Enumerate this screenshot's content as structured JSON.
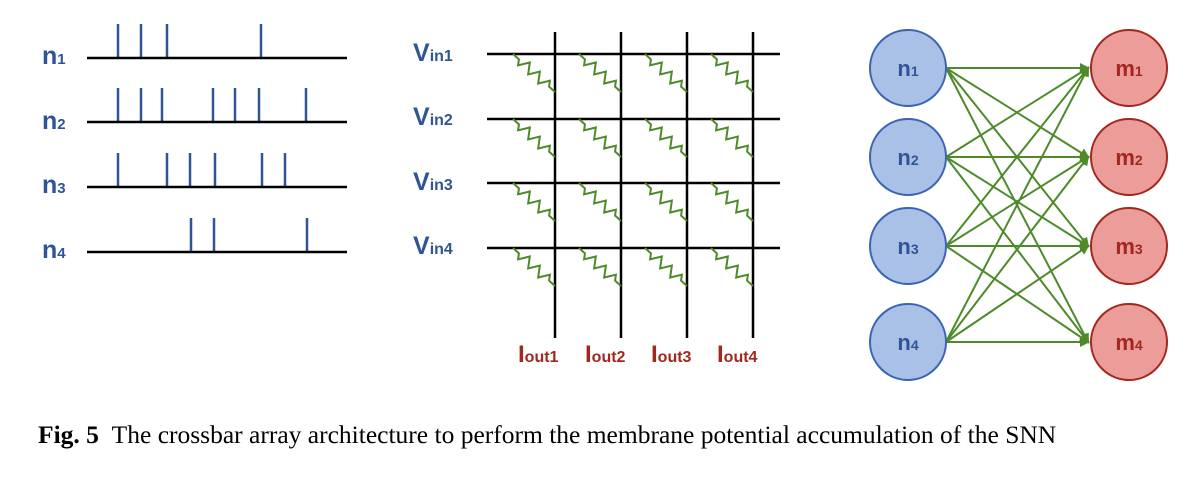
{
  "spike_trains": [
    {
      "label": "n",
      "sub": "1"
    },
    {
      "label": "n",
      "sub": "2"
    },
    {
      "label": "n",
      "sub": "3"
    },
    {
      "label": "n",
      "sub": "4"
    }
  ],
  "crossbar": {
    "inputs": [
      {
        "label": "V",
        "sub": "in1"
      },
      {
        "label": "V",
        "sub": "in2"
      },
      {
        "label": "V",
        "sub": "in3"
      },
      {
        "label": "V",
        "sub": "in4"
      }
    ],
    "outputs": [
      {
        "label": "I",
        "sub": "out1"
      },
      {
        "label": "I",
        "sub": "out2"
      },
      {
        "label": "I",
        "sub": "out3"
      },
      {
        "label": "I",
        "sub": "out4"
      }
    ]
  },
  "network": {
    "pre": [
      {
        "label": "n",
        "sub": "1"
      },
      {
        "label": "n",
        "sub": "2"
      },
      {
        "label": "n",
        "sub": "3"
      },
      {
        "label": "n",
        "sub": "4"
      }
    ],
    "post": [
      {
        "label": "m",
        "sub": "1"
      },
      {
        "label": "m",
        "sub": "2"
      },
      {
        "label": "m",
        "sub": "3"
      },
      {
        "label": "m",
        "sub": "4"
      }
    ]
  },
  "colors": {
    "spike": "#2f5597",
    "resistor": "#4e8a2a",
    "pre_fill": "#a9c1e6",
    "pre_stroke": "#3a64b4",
    "post_fill": "#ec9d9a",
    "post_stroke": "#a0281e",
    "synapse": "#4e8a2a"
  },
  "caption": {
    "fig": "Fig. 5",
    "text": "The crossbar array architecture to perform the membrane potential accumulation of the SNN"
  }
}
